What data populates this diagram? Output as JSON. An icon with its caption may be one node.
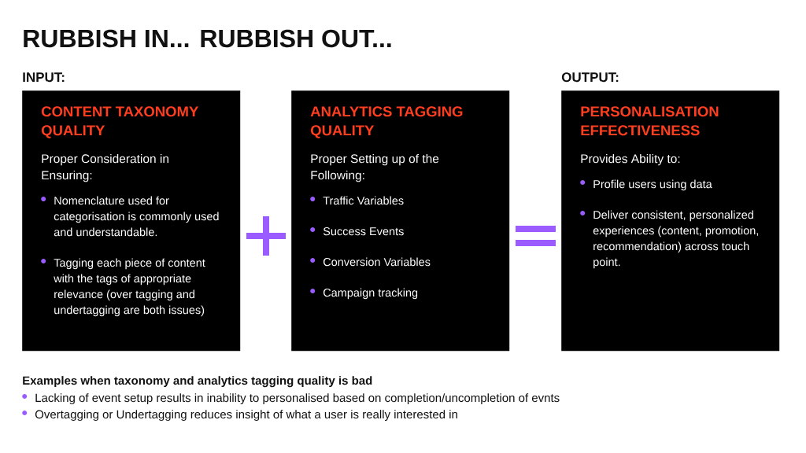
{
  "diagram": {
    "title": "RUBBISH IN... RUBBISH OUT...",
    "nodes": [
      {
        "text": [
          "CONTENT TAXONOMY QUALITY",
          "Proper Consideration in Ensuring:",
          "Nomenclature used for categorisation is commonly used and understandable.",
          "Tagging each piece of content with the tags of appropriate relevance (over tagging and undertagging are both issues)"
        ]
      },
      {
        "text": [
          "ANALYTICS TAGGING QUALITY",
          "Proper Setting up of the Following:",
          "Traffic Variables",
          "Success Events",
          "Conversion Variables",
          "Campaign tracking"
        ]
      },
      {
        "text": [
          "PERSONALISATION EFFECTIVENESS",
          "Provides Ability to:",
          "Profile users using data",
          "Deliver consistent, personalized experiences (content, promotion, recommendation) across touch point."
        ]
      }
    ],
    "labels": [
      "INPUT:",
      "OUTPUT:",
      "Examples when taxonomy and analytics tagging quality is bad",
      "Lacking of event setup results in inability to personalised based on completion/uncompletion of evnts",
      "Overtagging or Undertagging reduces insight of what a user is really interested in"
    ]
  }
}
